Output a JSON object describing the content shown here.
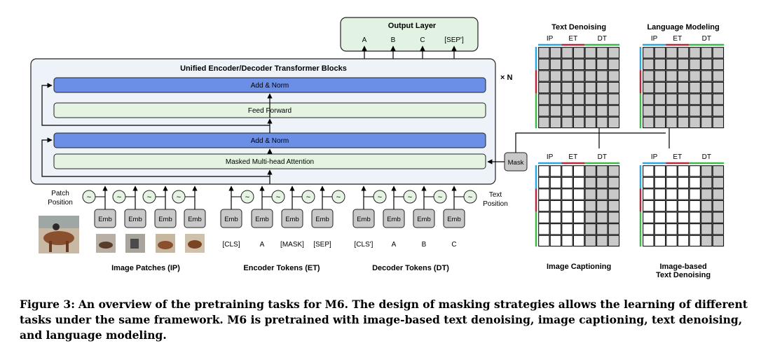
{
  "output_layer": {
    "title": "Output Layer",
    "tokens": [
      "A",
      "B",
      "C",
      "[SEP']"
    ]
  },
  "transformer": {
    "title": "Unified Encoder/Decoder Transformer Blocks",
    "repeat_label": "× N",
    "add_norm_label": "Add & Norm",
    "feed_forward_label": "Feed Forward",
    "attention_label": "Masked Multi-head Attention"
  },
  "mask_label": "Mask",
  "embedding_label": "Emb",
  "position_symbol": "~",
  "patch_position_label": "Patch\nPosition",
  "text_position_label": "Text\nPosition",
  "groups": {
    "image_patches": "Image Patches (IP)",
    "encoder_tokens": "Encoder Tokens (ET)",
    "decoder_tokens": "Decoder Tokens (DT)"
  },
  "encoder_tokens": [
    "[CLS]",
    "A",
    "[MASK]",
    "[SEP]"
  ],
  "decoder_tokens": [
    "[CLS']",
    "A",
    "B",
    "C"
  ],
  "matrix_segments": [
    "IP",
    "ET",
    "DT"
  ],
  "segment_colors": {
    "IP": "#2aa6e0",
    "ET": "#b8283c",
    "DT": "#3db84a"
  },
  "colors": {
    "panel_fill": "#eef2f9",
    "block_blue": "#6b8ee6",
    "block_green": "#e4f3e2",
    "output_fill": "#e2f3e3",
    "mask_box": "#c8c8c8",
    "cell_filled": "#c9c9c9"
  },
  "matrices": [
    {
      "title": "Text Denoising",
      "cells": [
        [
          1,
          1,
          1,
          1,
          1,
          1,
          1
        ],
        [
          1,
          1,
          1,
          1,
          1,
          1,
          1
        ],
        [
          1,
          1,
          1,
          1,
          1,
          1,
          1
        ],
        [
          1,
          1,
          1,
          1,
          1,
          1,
          1
        ],
        [
          1,
          1,
          1,
          1,
          1,
          1,
          1
        ],
        [
          1,
          1,
          1,
          1,
          1,
          1,
          1
        ],
        [
          1,
          1,
          1,
          1,
          1,
          1,
          1
        ]
      ]
    },
    {
      "title": "Language Modeling",
      "cells": [
        [
          1,
          1,
          1,
          1,
          1,
          1,
          1
        ],
        [
          1,
          1,
          1,
          1,
          1,
          1,
          1
        ],
        [
          1,
          1,
          1,
          1,
          1,
          1,
          1
        ],
        [
          1,
          1,
          1,
          1,
          1,
          1,
          1
        ],
        [
          1,
          1,
          1,
          1,
          1,
          1,
          1
        ],
        [
          1,
          1,
          1,
          1,
          1,
          1,
          1
        ],
        [
          1,
          1,
          1,
          1,
          1,
          1,
          1
        ]
      ]
    },
    {
      "title": "Image Captioning",
      "cells": [
        [
          0,
          0,
          0,
          0,
          1,
          1,
          1
        ],
        [
          0,
          0,
          0,
          0,
          1,
          1,
          1
        ],
        [
          0,
          0,
          0,
          0,
          1,
          1,
          1
        ],
        [
          0,
          0,
          0,
          0,
          1,
          1,
          1
        ],
        [
          0,
          0,
          0,
          0,
          1,
          1,
          1
        ],
        [
          0,
          0,
          0,
          0,
          1,
          1,
          1
        ],
        [
          0,
          0,
          0,
          0,
          1,
          1,
          1
        ]
      ]
    },
    {
      "title": "Image-based\nText Denoising",
      "cells": [
        [
          0,
          0,
          0,
          0,
          0,
          1,
          1
        ],
        [
          0,
          0,
          0,
          0,
          0,
          1,
          1
        ],
        [
          0,
          0,
          0,
          0,
          0,
          1,
          1
        ],
        [
          0,
          0,
          0,
          0,
          0,
          1,
          1
        ],
        [
          0,
          0,
          0,
          0,
          0,
          1,
          1
        ],
        [
          0,
          0,
          0,
          0,
          0,
          1,
          1
        ],
        [
          0,
          0,
          0,
          0,
          0,
          1,
          1
        ]
      ]
    }
  ],
  "caption": {
    "prefix": "Figure 3:",
    "text": "An overview of the pretraining tasks for M6. The design of masking strategies allows the learning of different tasks under the same framework. M6 is pretrained with image-based text denoising, image captioning, text denoising, and language modeling."
  }
}
